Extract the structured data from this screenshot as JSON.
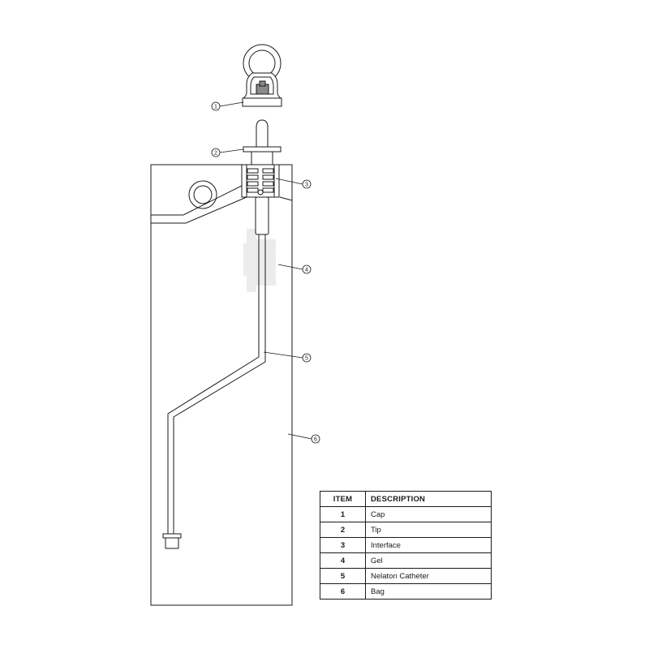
{
  "callouts": [
    {
      "number": "1"
    },
    {
      "number": "2"
    },
    {
      "number": "3"
    },
    {
      "number": "4"
    },
    {
      "number": "5"
    },
    {
      "number": "6"
    }
  ],
  "parts_table": {
    "headers": {
      "item": "ITEM",
      "description": "DESCRIPTION"
    },
    "rows": [
      {
        "item": "1",
        "description": "Cap"
      },
      {
        "item": "2",
        "description": "Tip"
      },
      {
        "item": "3",
        "description": "Interface"
      },
      {
        "item": "4",
        "description": "Gel"
      },
      {
        "item": "5",
        "description": "Nelaton Catheter"
      },
      {
        "item": "6",
        "description": "Bag"
      }
    ]
  },
  "colors": {
    "line": "#1a1a1a",
    "cap_fill": "#8a8a8a",
    "gel_fill": "#ececec",
    "background": "#ffffff"
  }
}
